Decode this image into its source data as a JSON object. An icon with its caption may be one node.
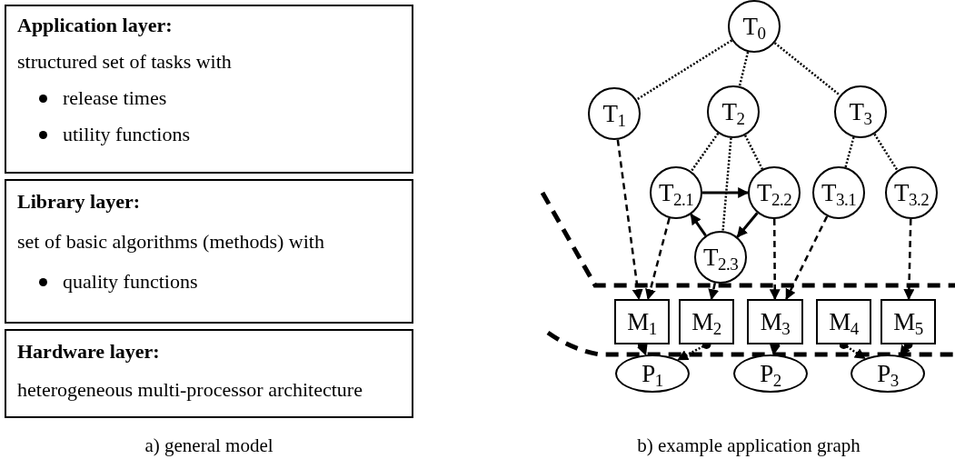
{
  "diagram": {
    "nodes": [
      {
        "text": [
          "Application layer:",
          "structured set of tasks with",
          "release times",
          "utility functions"
        ]
      },
      {
        "text": [
          "Library layer:",
          "set of basic algorithms (methods) with",
          "quality functions"
        ]
      },
      {
        "text": [
          "Hardware layer:",
          "heterogeneous multi-processor architecture"
        ]
      },
      {
        "text": [
          "T$_{0}$"
        ]
      },
      {
        "text": [
          "T$_{1}$"
        ]
      },
      {
        "text": [
          "T$_{2}$"
        ]
      },
      {
        "text": [
          "T$_{3}$"
        ]
      },
      {
        "text": [
          "T$_{2.1}$"
        ]
      },
      {
        "text": [
          "T$_{2.2}$"
        ]
      },
      {
        "text": [
          "T$_{3.1}$"
        ]
      },
      {
        "text": [
          "T$_{3.2}$"
        ]
      },
      {
        "text": [
          "T$_{2.3}$"
        ]
      },
      {
        "text": [
          "M$_{1}$"
        ]
      },
      {
        "text": [
          "M$_{2}$"
        ]
      },
      {
        "text": [
          "M$_{3}$"
        ]
      },
      {
        "text": [
          "M$_{4}$"
        ]
      },
      {
        "text": [
          "M$_{5}$"
        ]
      },
      {
        "text": [
          "P$_{1}$"
        ]
      },
      {
        "text": [
          "P$_{2}$"
        ]
      },
      {
        "text": [
          "P$_{3}$"
        ]
      }
    ],
    "edges": [
      {
        "from": 3,
        "to": 4,
        "arrow": "none",
        "style": "dashed"
      },
      {
        "from": 3,
        "to": 5,
        "arrow": "none",
        "style": "dashed"
      },
      {
        "from": 3,
        "to": 6,
        "arrow": "none",
        "style": "dashed"
      },
      {
        "from": 5,
        "to": 7,
        "arrow": "none",
        "style": "dashed"
      },
      {
        "from": 5,
        "to": 8,
        "arrow": "none",
        "style": "dashed"
      },
      {
        "from": 5,
        "to": 11,
        "arrow": "none",
        "style": "dashed"
      },
      {
        "from": 6,
        "to": 9,
        "arrow": "none",
        "style": "dashed"
      },
      {
        "from": 6,
        "to": 10,
        "arrow": "none",
        "style": "dashed"
      },
      {
        "from": 7,
        "to": 8,
        "arrow": "to"
      },
      {
        "from": 11,
        "to": 7,
        "arrow": "to"
      },
      {
        "from": 8,
        "to": 11,
        "arrow": "to"
      },
      {
        "from": 4,
        "to": 12,
        "arrow": "to",
        "style": "dashed"
      },
      {
        "from": 7,
        "to": 12,
        "arrow": "to",
        "style": "dashed"
      },
      {
        "from": 11,
        "to": 13,
        "arrow": "to",
        "style": "dashed"
      },
      {
        "from": 8,
        "to": 14,
        "arrow": "to",
        "style": "dashed"
      },
      {
        "from": 9,
        "to": 14,
        "arrow": "to",
        "style": "dashed"
      },
      {
        "from": 10,
        "to": 16,
        "arrow": "to",
        "style": "dashed"
      },
      {
        "from": 12,
        "to": 17,
        "arrow": "to",
        "style": "dashed"
      },
      {
        "from": 13,
        "to": 17,
        "arrow": "to",
        "style": "dashed"
      },
      {
        "from": 14,
        "to": 18,
        "arrow": "to",
        "style": "dashed"
      },
      {
        "from": 15,
        "to": 19,
        "arrow": "to",
        "style": "dashed"
      },
      {
        "from": 16,
        "to": 19,
        "arrow": "to",
        "style": "dashed"
      }
    ],
    "labels": [
      "a) general model",
      "b) example application graph"
    ]
  }
}
